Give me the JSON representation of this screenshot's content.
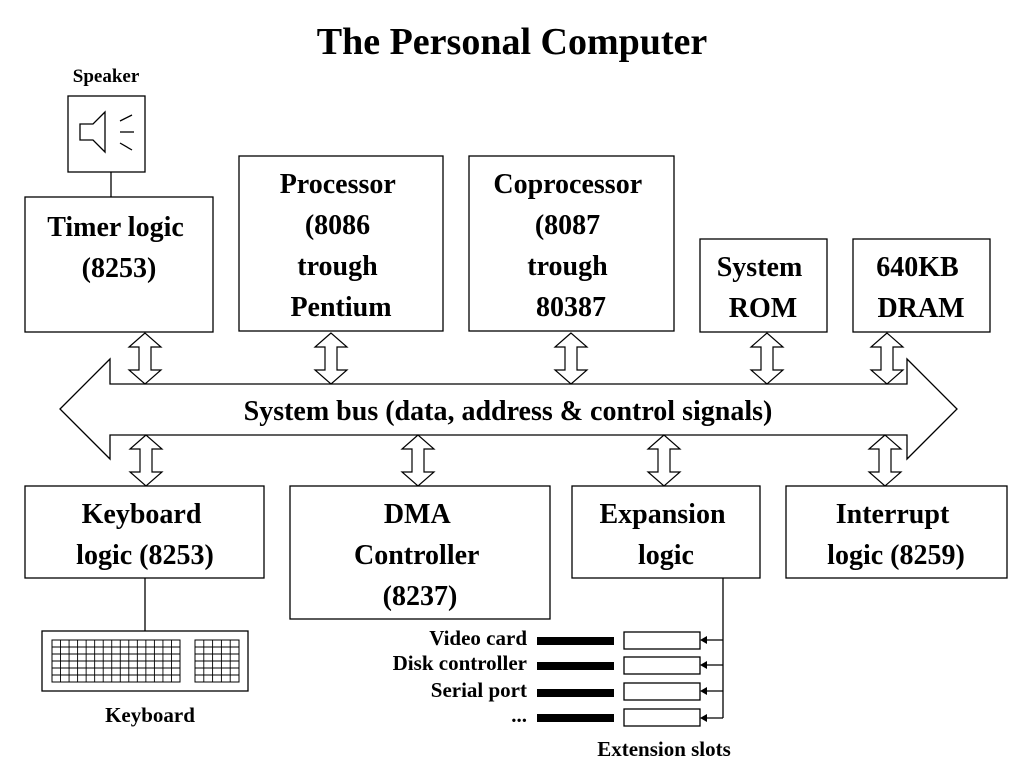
{
  "title": "The Personal Computer",
  "speaker": {
    "label": "Speaker"
  },
  "top_boxes": [
    {
      "id": "timer",
      "lines": [
        "Timer logic",
        "(8253)"
      ]
    },
    {
      "id": "processor",
      "lines": [
        "Processor",
        "(8086",
        "trough",
        "Pentium"
      ]
    },
    {
      "id": "coprocessor",
      "lines": [
        "Coprocessor",
        "(8087",
        "trough",
        "80387"
      ]
    },
    {
      "id": "rom",
      "lines": [
        "System",
        "ROM"
      ]
    },
    {
      "id": "dram",
      "lines": [
        "640KB",
        "DRAM"
      ]
    }
  ],
  "bus": {
    "label": "System bus (data, address & control signals)"
  },
  "bottom_boxes": [
    {
      "id": "keyboard-logic",
      "lines": [
        "Keyboard",
        "logic (8253)"
      ]
    },
    {
      "id": "dma",
      "lines": [
        "DMA",
        "Controller",
        "(8237)"
      ]
    },
    {
      "id": "expansion",
      "lines": [
        "Expansion",
        "logic"
      ]
    },
    {
      "id": "interrupt",
      "lines": [
        "Interrupt",
        "logic (8259)"
      ]
    }
  ],
  "keyboard": {
    "label": "Keyboard"
  },
  "slots": {
    "items": [
      "Video card",
      "Disk controller",
      "Serial port",
      "..."
    ],
    "caption": "Extension slots"
  }
}
